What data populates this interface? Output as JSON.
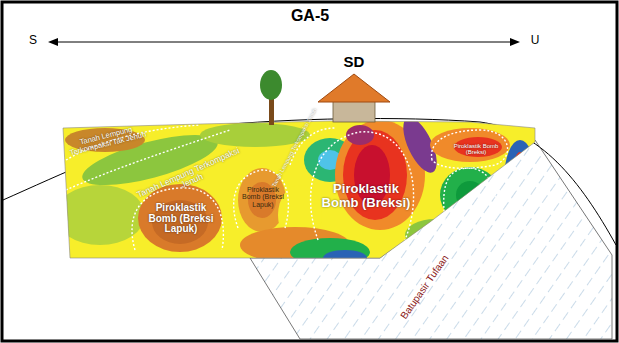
{
  "diagram": {
    "title": "GA-5",
    "labels": [
      "S",
      "U",
      "SD",
      "Tanah Lempung Terkompaksi Tak Jenuh",
      "Tanah Lempung Terkompaksi Jenuh",
      "Piroklastik Bomb (Breksi Lapuk)",
      "Piroklastik Bomb (Breksi Lapuk)",
      "Tanah Lempung Terkompaksi Jenuh",
      "Piroklastik Bomb (Breksi)",
      "Piroklastik Bomb (Breksi)",
      "Batupasir Tufaan"
    ]
  }
}
